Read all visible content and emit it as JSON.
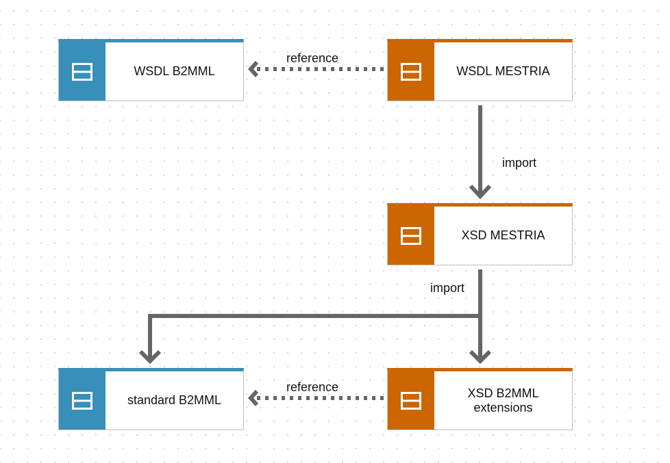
{
  "colors": {
    "blue": "#3790b9",
    "orange": "#cc6600",
    "connector": "#666666",
    "background": "#ffffff"
  },
  "icons": {
    "node_icon": "database-table-icon"
  },
  "nodes": {
    "wsdl_b2mml": {
      "label": "WSDL B2MML",
      "color": "blue"
    },
    "wsdl_mestria": {
      "label": "WSDL MESTRIA",
      "color": "orange"
    },
    "xsd_mestria": {
      "label": "XSD MESTRIA",
      "color": "orange"
    },
    "standard_b2mml": {
      "label": "standard B2MML",
      "color": "blue"
    },
    "xsd_b2mml_extensions": {
      "label": "XSD B2MML\nextensions",
      "color": "orange"
    }
  },
  "edges": {
    "wsdl_mestria_to_wsdl_b2mml": {
      "label": "reference",
      "style": "dotted"
    },
    "wsdl_mestria_to_xsd_mestria": {
      "label": "import",
      "style": "solid"
    },
    "xsd_mestria_to_xsd_files": {
      "label": "import",
      "style": "solid"
    },
    "xsd_b2mml_extensions_to_standard_b2mml": {
      "label": "reference",
      "style": "dotted"
    }
  }
}
